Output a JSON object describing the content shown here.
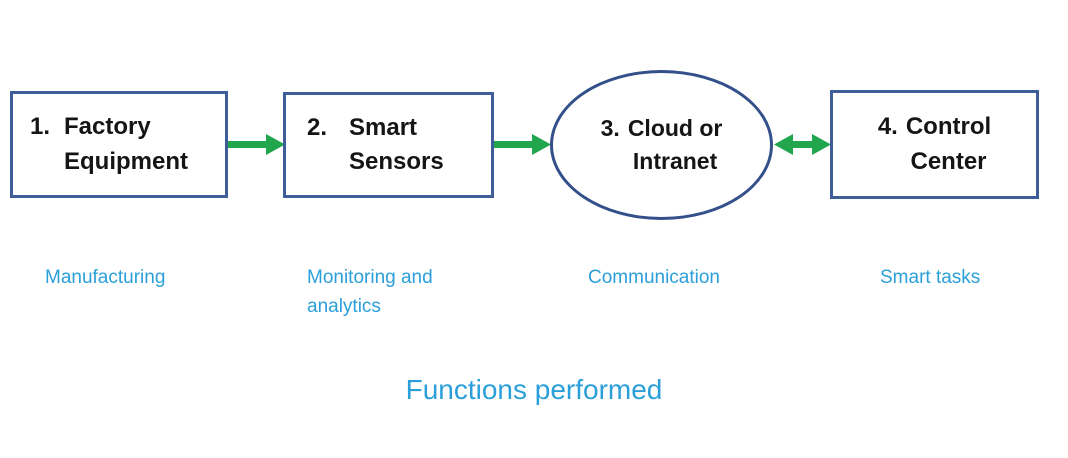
{
  "colors": {
    "box-border": "#3e5e99",
    "ellipse-border": "#33508a",
    "arrow-green": "#21a54d",
    "label-blue": "#2b9fd9",
    "text-black": "#151515",
    "background": "#ffffff"
  },
  "diagram": {
    "caption": "Functions performed",
    "nodes": [
      {
        "shape": "rectangle",
        "number": "1.",
        "line1": "Factory",
        "line2": "Equipment",
        "function_label": "Manufacturing"
      },
      {
        "shape": "rectangle",
        "number": "2.",
        "line1": "Smart",
        "line2": "Sensors",
        "function_label": "Monitoring and analytics"
      },
      {
        "shape": "ellipse",
        "number": "3.",
        "line1": "Cloud or",
        "line2": "Intranet",
        "function_label": "Communication"
      },
      {
        "shape": "rectangle",
        "number": "4.",
        "line1": "Control",
        "line2": "Center",
        "function_label": "Smart tasks"
      }
    ],
    "connectors": [
      {
        "from": "factory-equipment",
        "to": "smart-sensors",
        "type": "arrow-right"
      },
      {
        "from": "smart-sensors",
        "to": "cloud-or-intranet",
        "type": "arrow-right"
      },
      {
        "from": "cloud-or-intranet",
        "to": "control-center",
        "type": "arrow-double"
      }
    ]
  }
}
